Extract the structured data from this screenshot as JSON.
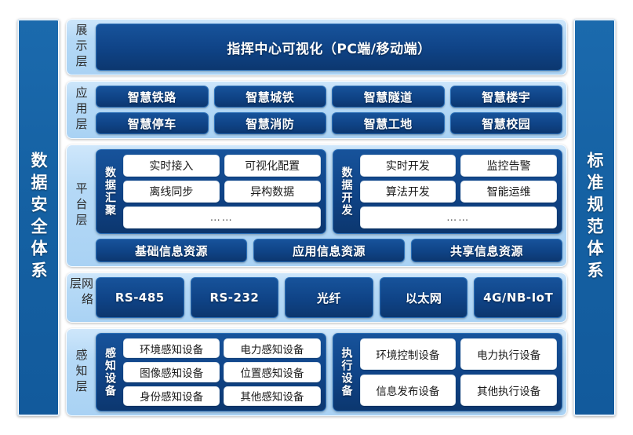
{
  "left_pillar": {
    "label": "数据安全体系"
  },
  "right_pillar": {
    "label": "标准规范体系"
  },
  "layers": {
    "presentation": {
      "label": "展示层",
      "items": [
        "指挥中心可视化（PC端/移动端）"
      ]
    },
    "application": {
      "label": "应用层",
      "row1": [
        "智慧铁路",
        "智慧城铁",
        "智慧隧道",
        "智慧楼宇"
      ],
      "row2": [
        "智慧停车",
        "智慧消防",
        "智慧工地",
        "智慧校园"
      ]
    },
    "platform": {
      "label": "平台层",
      "group_aggregation": {
        "label": "数据汇聚",
        "row1": [
          "实时接入",
          "可视化配置"
        ],
        "row2": [
          "离线同步",
          "异构数据"
        ],
        "row3": [
          "……"
        ]
      },
      "group_development": {
        "label": "数据开发",
        "row1": [
          "实时开发",
          "监控告警"
        ],
        "row2": [
          "算法开发",
          "智能运维"
        ],
        "row3": [
          "……"
        ]
      },
      "resources": [
        "基础信息资源",
        "应用信息资源",
        "共享信息资源"
      ]
    },
    "network": {
      "label": "网络层",
      "items": [
        "RS-485",
        "RS-232",
        "光纤",
        "以太网",
        "4G/NB-IoT"
      ]
    },
    "sensing": {
      "label": "感知层",
      "group_sensors": {
        "label": "感知设备",
        "items": [
          "环境感知设备",
          "电力感知设备",
          "图像感知设备",
          "位置感知设备",
          "身份感知设备",
          "其他感知设备"
        ]
      },
      "group_actuators": {
        "label": "执行设备",
        "items": [
          "环境控制设备",
          "电力执行设备",
          "信息发布设备",
          "其他执行设备"
        ]
      }
    }
  },
  "colors": {
    "pillar_blue": "#1561a3",
    "band_light_blue": "#b5d9f6",
    "chip_navy": "#0f4386",
    "pill_white": "#ffffff",
    "page_background": "#ffffff"
  }
}
